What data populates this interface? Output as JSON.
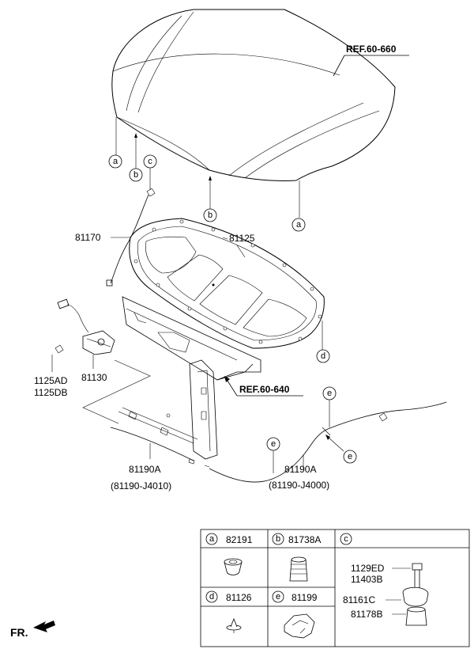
{
  "callouts": {
    "hood_a1": "a",
    "hood_b1": "b",
    "hood_c": "c",
    "hood_b2": "b",
    "hood_a2": "a",
    "insulator_d": "d",
    "cable_e1": "e",
    "cable_e2": "e",
    "cable_e3": "e"
  },
  "references": {
    "hood": "REF.60-660",
    "panel": "REF.60-640"
  },
  "parts": {
    "stay_rod": "81170",
    "insulator": "81125",
    "latch": "81130",
    "bolt_1": "1125AD",
    "bolt_2": "1125DB",
    "cable_left": "81190A",
    "cable_left_alt": "(81190-J4010)",
    "cable_right": "81190A",
    "cable_right_alt": "(81190-J4000)"
  },
  "direction": "FR.",
  "legend": {
    "row1": [
      {
        "letter": "a",
        "part": "82191"
      },
      {
        "letter": "b",
        "part": "81738A"
      },
      {
        "letter": "c",
        "part": ""
      }
    ],
    "row2": [
      {
        "letter": "d",
        "part": "81126"
      },
      {
        "letter": "e",
        "part": "81199"
      }
    ],
    "c_parts": [
      "1129ED",
      "11403B",
      "81161C",
      "81178B"
    ]
  }
}
